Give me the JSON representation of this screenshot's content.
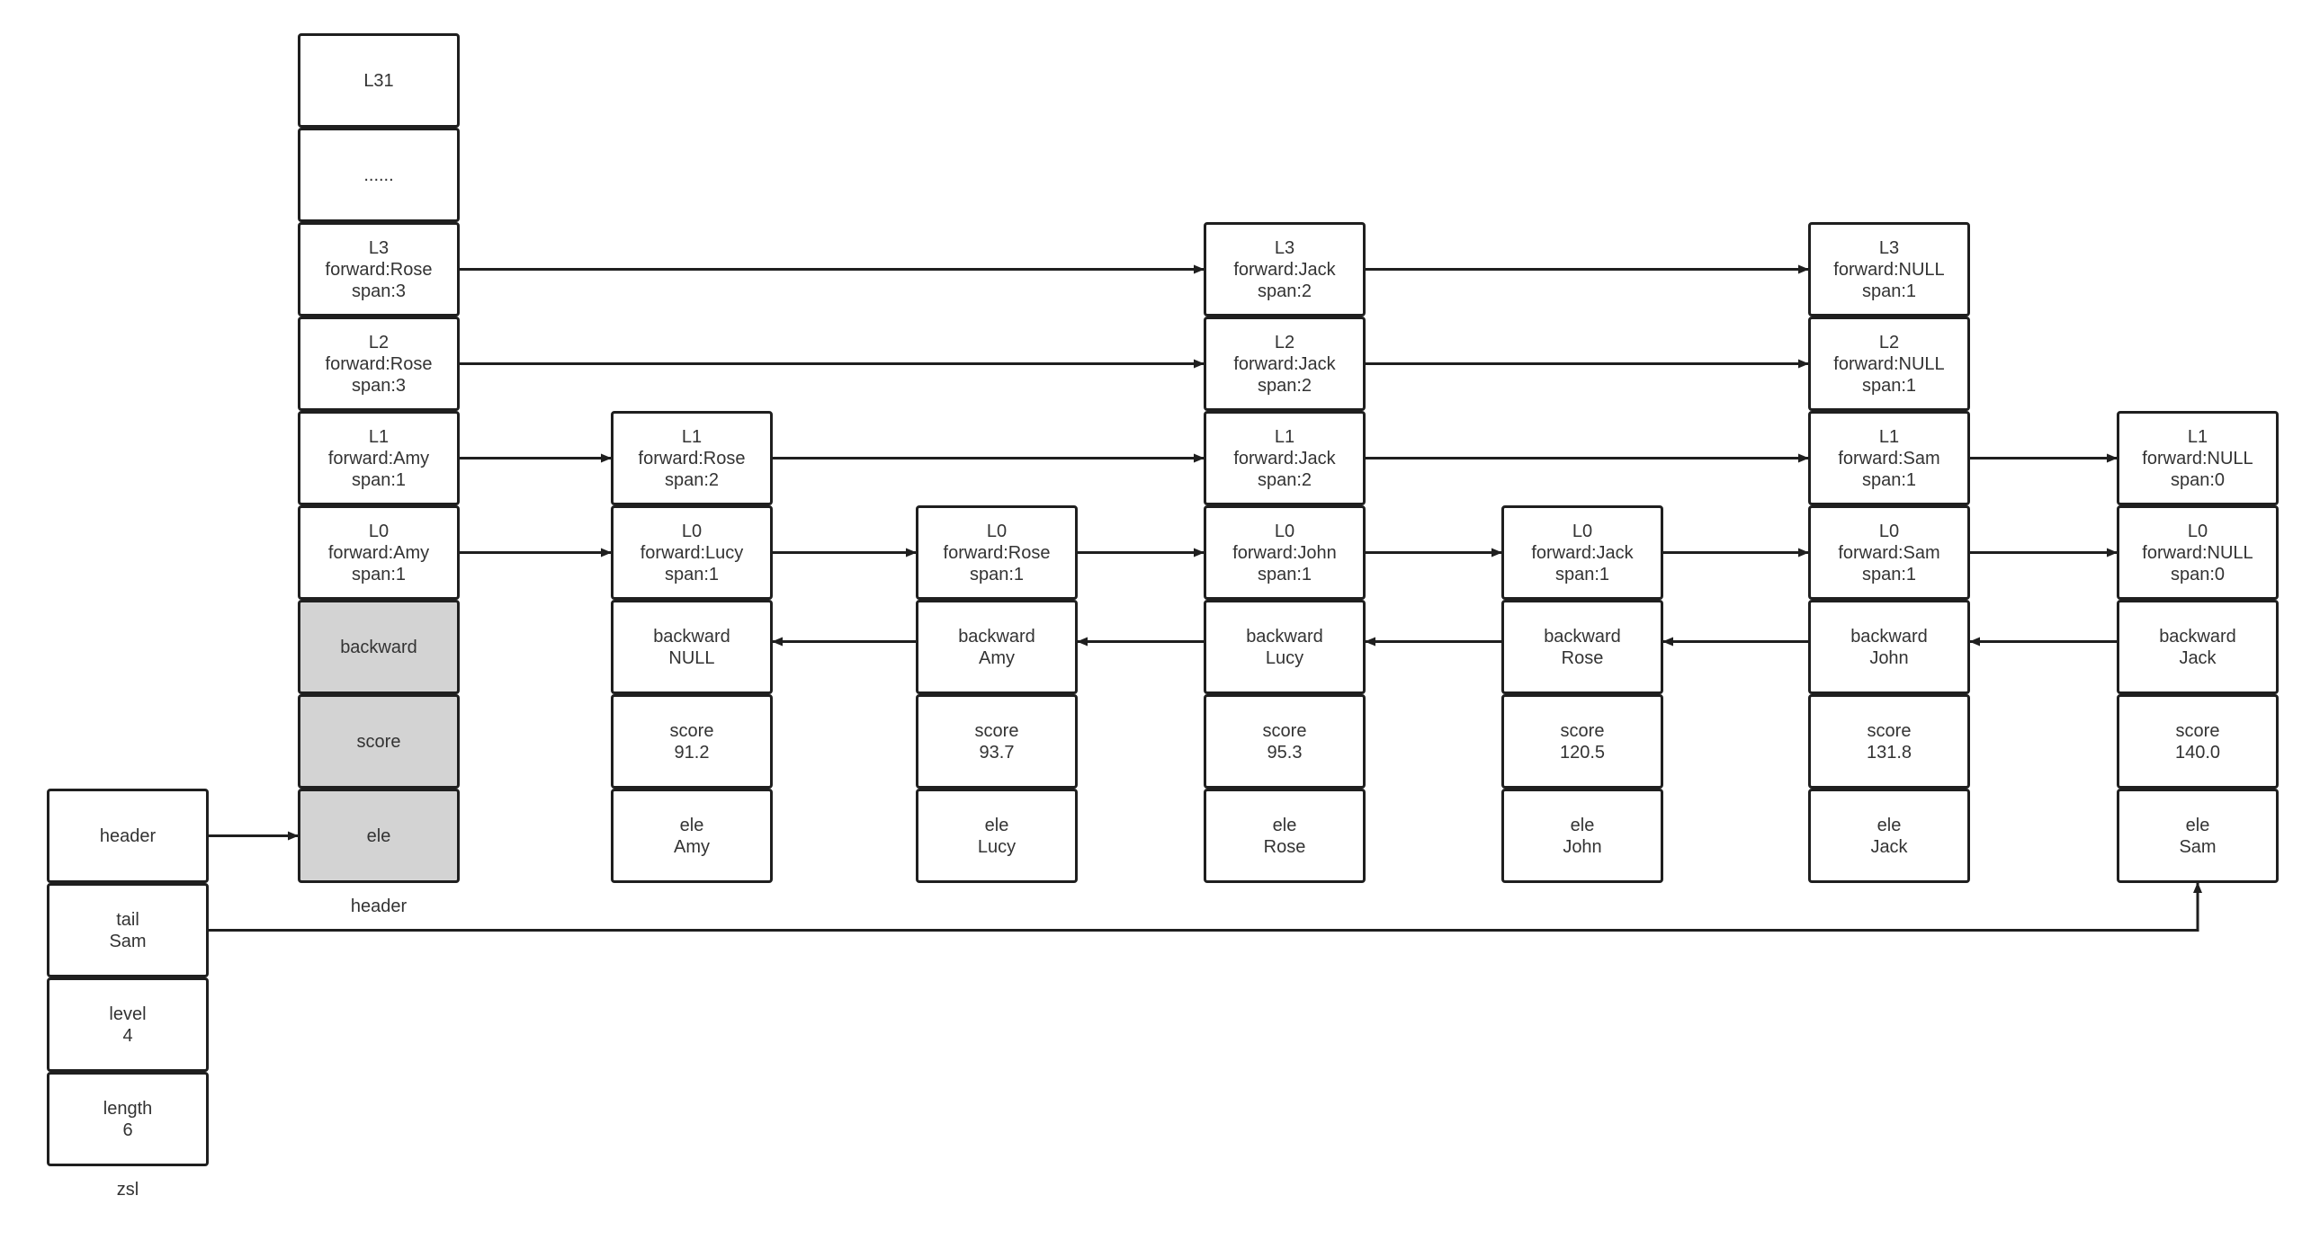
{
  "diagram": {
    "zsl": {
      "caption": "zsl",
      "cells": [
        {
          "lines": [
            "header"
          ]
        },
        {
          "lines": [
            "tail",
            "Sam"
          ]
        },
        {
          "lines": [
            "level",
            "4"
          ]
        },
        {
          "lines": [
            "length",
            "6"
          ]
        }
      ]
    },
    "header_node": {
      "caption": "header",
      "shaded_color": "#d3d3d3",
      "cells": [
        {
          "lines": [
            "L31"
          ]
        },
        {
          "lines": [
            "......"
          ]
        },
        {
          "lines": [
            "L3",
            "forward:Rose",
            "span:3"
          ]
        },
        {
          "lines": [
            "L2",
            "forward:Rose",
            "span:3"
          ]
        },
        {
          "lines": [
            "L1",
            "forward:Amy",
            "span:1"
          ]
        },
        {
          "lines": [
            "L0",
            "forward:Amy",
            "span:1"
          ]
        },
        {
          "lines": [
            "backward"
          ],
          "shaded": true
        },
        {
          "lines": [
            "score"
          ],
          "shaded": true
        },
        {
          "lines": [
            "ele"
          ],
          "shaded": true
        }
      ]
    },
    "nodes": [
      {
        "name": "Amy",
        "levels": [
          {
            "level": "L1",
            "forward": "forward:Rose",
            "span": "span:2"
          },
          {
            "level": "L0",
            "forward": "forward:Lucy",
            "span": "span:1"
          }
        ],
        "backward": [
          "backward",
          "NULL"
        ],
        "score": [
          "score",
          "91.2"
        ],
        "ele": [
          "ele",
          "Amy"
        ]
      },
      {
        "name": "Lucy",
        "levels": [
          {
            "level": "L0",
            "forward": "forward:Rose",
            "span": "span:1"
          }
        ],
        "backward": [
          "backward",
          "Amy"
        ],
        "score": [
          "score",
          "93.7"
        ],
        "ele": [
          "ele",
          "Lucy"
        ]
      },
      {
        "name": "Rose",
        "levels": [
          {
            "level": "L3",
            "forward": "forward:Jack",
            "span": "span:2"
          },
          {
            "level": "L2",
            "forward": "forward:Jack",
            "span": "span:2"
          },
          {
            "level": "L1",
            "forward": "forward:Jack",
            "span": "span:2"
          },
          {
            "level": "L0",
            "forward": "forward:John",
            "span": "span:1"
          }
        ],
        "backward": [
          "backward",
          "Lucy"
        ],
        "score": [
          "score",
          "95.3"
        ],
        "ele": [
          "ele",
          "Rose"
        ]
      },
      {
        "name": "John",
        "levels": [
          {
            "level": "L0",
            "forward": "forward:Jack",
            "span": "span:1"
          }
        ],
        "backward": [
          "backward",
          "Rose"
        ],
        "score": [
          "score",
          "120.5"
        ],
        "ele": [
          "ele",
          "John"
        ]
      },
      {
        "name": "Jack",
        "levels": [
          {
            "level": "L3",
            "forward": "forward:NULL",
            "span": "span:1"
          },
          {
            "level": "L2",
            "forward": "forward:NULL",
            "span": "span:1"
          },
          {
            "level": "L1",
            "forward": "forward:Sam",
            "span": "span:1"
          },
          {
            "level": "L0",
            "forward": "forward:Sam",
            "span": "span:1"
          }
        ],
        "backward": [
          "backward",
          "John"
        ],
        "score": [
          "score",
          "131.8"
        ],
        "ele": [
          "ele",
          "Jack"
        ]
      },
      {
        "name": "Sam",
        "levels": [
          {
            "level": "L1",
            "forward": "forward:NULL",
            "span": "span:0"
          },
          {
            "level": "L0",
            "forward": "forward:NULL",
            "span": "span:0"
          }
        ],
        "backward": [
          "backward",
          "Jack"
        ],
        "score": [
          "score",
          "140.0"
        ],
        "ele": [
          "ele",
          "Sam"
        ]
      }
    ],
    "colors": {
      "stroke": "#1f1f1f",
      "text": "#333333",
      "shaded": "#d3d3d3",
      "background": "#ffffff"
    }
  }
}
